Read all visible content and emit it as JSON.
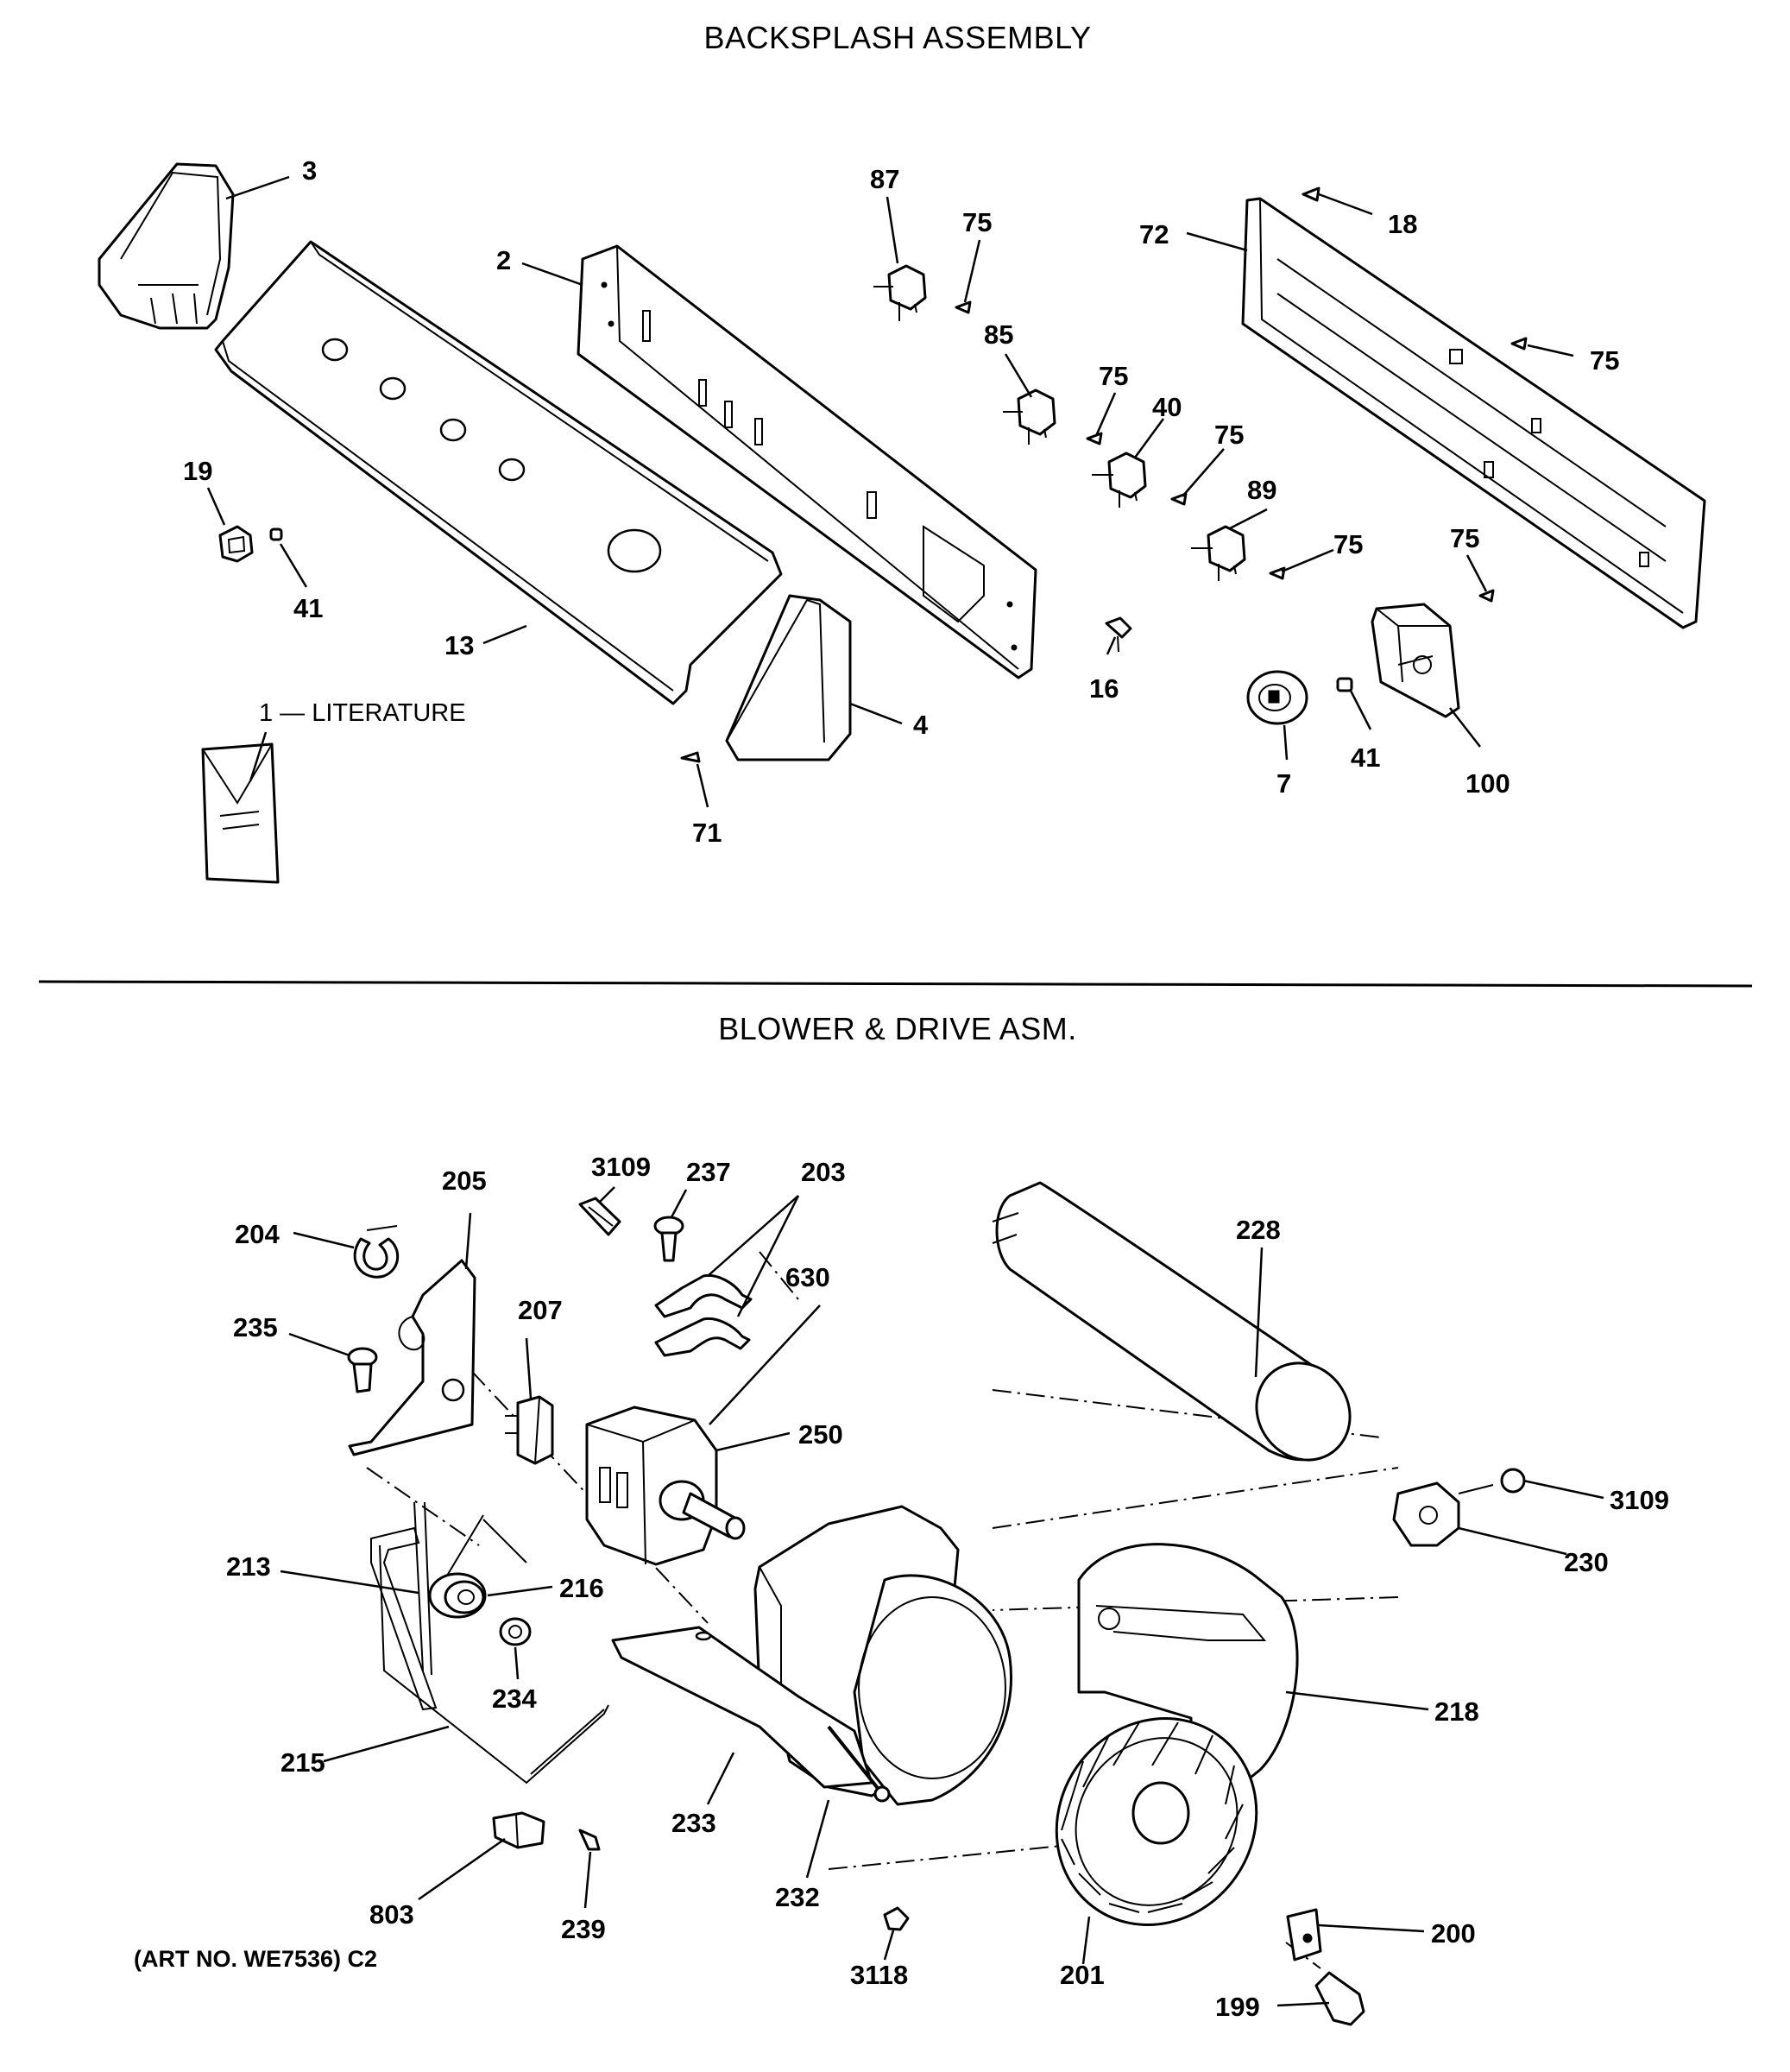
{
  "sections": {
    "top_title": "BACKSPLASH ASSEMBLY",
    "bottom_title": "BLOWER & DRIVE ASM."
  },
  "literature_label": "1 — LITERATURE",
  "art_number": "(ART NO. WE7536) C2",
  "backsplash_callouts": {
    "c3": "3",
    "c87": "87",
    "c75a": "75",
    "c18": "18",
    "c72": "72",
    "c2": "2",
    "c85": "85",
    "c75b": "75",
    "c75c": "75",
    "c40": "40",
    "c75d": "75",
    "c19": "19",
    "c89": "89",
    "c75e": "75",
    "c75f": "75",
    "c41a": "41",
    "c13": "13",
    "c16": "16",
    "c4": "4",
    "c7": "7",
    "c41b": "41",
    "c100": "100",
    "c71": "71"
  },
  "blower_callouts": {
    "c205": "205",
    "c3109a": "3109",
    "c237": "237",
    "c203": "203",
    "c204": "204",
    "c228": "228",
    "c630": "630",
    "c235": "235",
    "c207": "207",
    "c250": "250",
    "c3109b": "3109",
    "c230": "230",
    "c213": "213",
    "c216": "216",
    "c234": "234",
    "c218": "218",
    "c215": "215",
    "c233": "233",
    "c232": "232",
    "c803": "803",
    "c239": "239",
    "c200": "200",
    "c3118": "3118",
    "c201": "201",
    "c199": "199"
  }
}
